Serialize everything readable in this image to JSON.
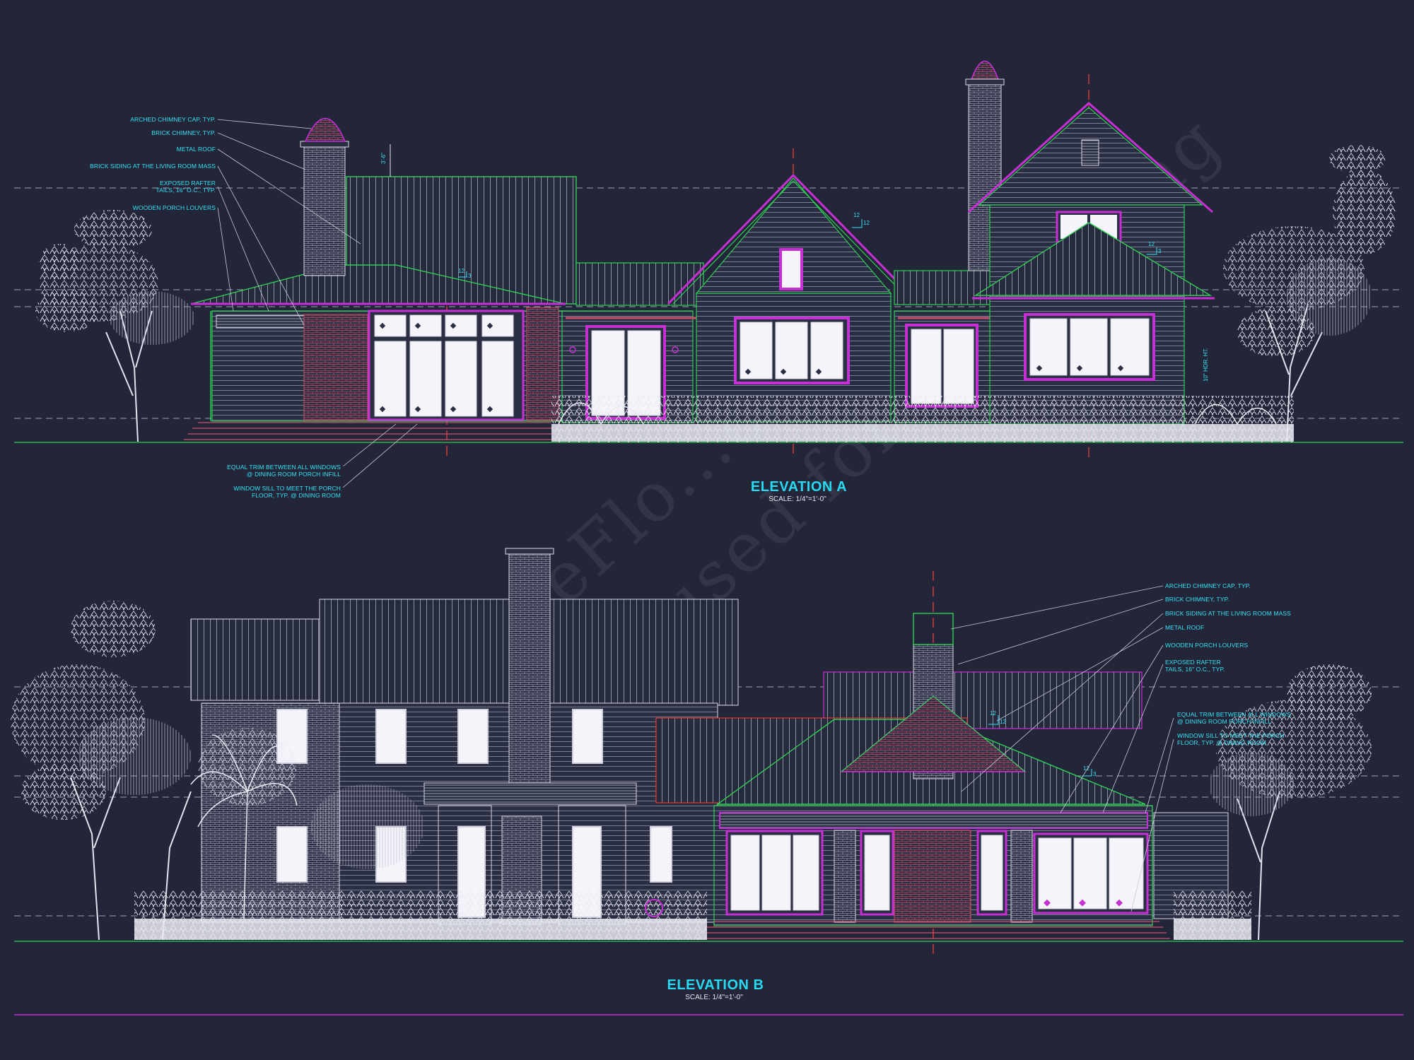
{
  "colors": {
    "background": "#222638",
    "annotation": "#36e2f4",
    "wall_white": "#dfe0ec",
    "trim_magenta": "#c62fd4",
    "roof_green": "#2fcf55",
    "brick_red": "#d54a5a",
    "center_red": "#e23a3a"
  },
  "watermark": {
    "line1": "IJ HomeFlo...com",
    "line2": "Must be used for Estimating"
  },
  "elevation_a": {
    "title": "ELEVATION A",
    "scale": "SCALE: 1/4\"=1'-0\"",
    "callouts_left": [
      "ARCHED CHIMNEY CAP, TYP.",
      "BRICK CHIMNEY, TYP.",
      "METAL ROOF",
      "BRICK SIDING AT THE LIVING ROOM MASS",
      "EXPOSED RAFTER",
      "TAILS, 16\" O.C., TYP.",
      "WOODEN PORCH LOUVERS"
    ],
    "callouts_bottom": [
      "EQUAL TRIM BETWEEN ALL WINDOWS",
      "@ DINING ROOM PORCH INFILL",
      "WINDOW SILL TO MEET THE PORCH",
      "FLOOR, TYP. @ DINING ROOM"
    ],
    "dimension": "3'-6\"",
    "height_note": "10\" HDR. HT.",
    "roof_pitches": [
      "12",
      "3",
      "12",
      "12",
      "12",
      "3"
    ]
  },
  "elevation_b": {
    "title": "ELEVATION B",
    "scale": "SCALE: 1/4\"=1'-0\"",
    "callouts_right": [
      "ARCHED CHIMNEY CAP, TYP.",
      "BRICK CHIMNEY, TYP.",
      "BRICK SIDING AT THE LIVING ROOM MASS",
      "METAL ROOF",
      "WOODEN PORCH LOUVERS",
      "EXPOSED RAFTER",
      "TAILS, 16\" O.C., TYP.",
      "EQUAL TRIM BETWEEN ALL WINDOWS",
      "@ DINING ROOM PORCH INFILL",
      "WINDOW SILL TO MEET THE PORCH",
      "FLOOR, TYP. @ DINING ROOM"
    ],
    "roof_pitches": [
      "12",
      "12",
      "12",
      "3"
    ]
  }
}
